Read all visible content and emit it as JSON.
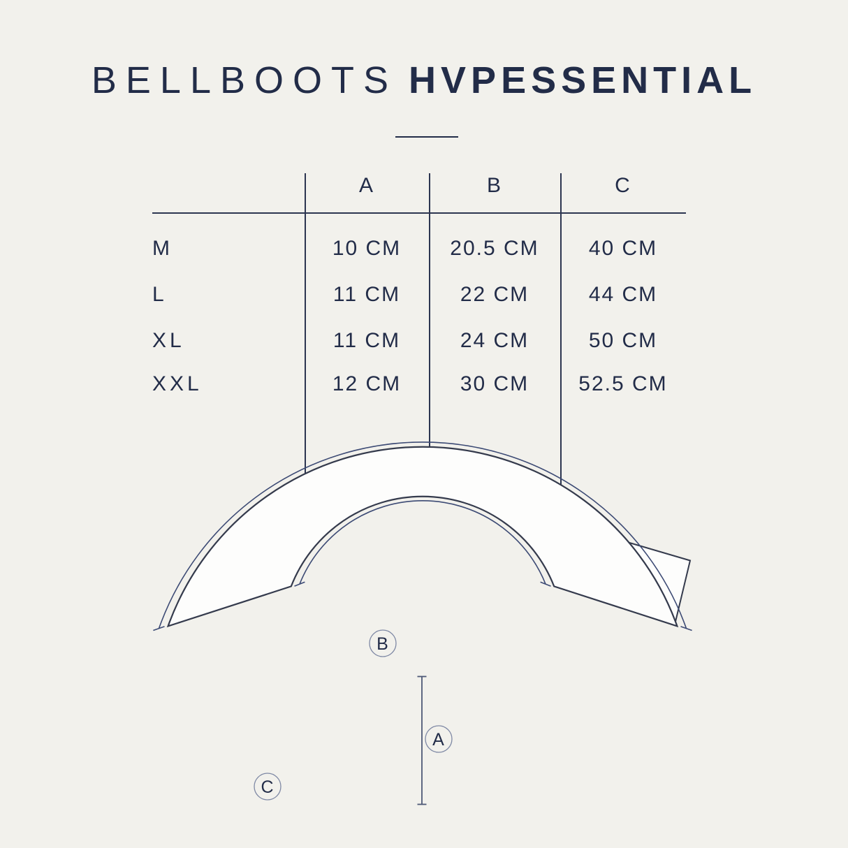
{
  "title": {
    "light": "BELLBOOTS",
    "bold": "HVPESSENTIAL"
  },
  "table": {
    "columns": [
      "A",
      "B",
      "C"
    ],
    "rows": [
      {
        "size": "M",
        "a": "10 CM",
        "b": "20.5 CM",
        "c": "40 CM"
      },
      {
        "size": "L",
        "a": "11 CM",
        "b": "22 CM",
        "c": "44 CM"
      },
      {
        "size": "XL",
        "a": "11 CM",
        "b": "24 CM",
        "c": "50 CM"
      },
      {
        "size": "XXL",
        "a": "12 CM",
        "b": "30 CM",
        "c": "52.5 CM"
      }
    ]
  },
  "diagram": {
    "label_a": "A",
    "label_b": "B",
    "label_c": "C"
  },
  "colors": {
    "background": "#f2f1ec",
    "ink": "#222c48",
    "table_line": "#2c3550",
    "shape_outline": "#343a4c",
    "shape_fill": "#fdfdfc",
    "measure_line": "#3c4a74",
    "height_line": "#4d5876",
    "label_circle_stroke": "#7e88a4"
  }
}
